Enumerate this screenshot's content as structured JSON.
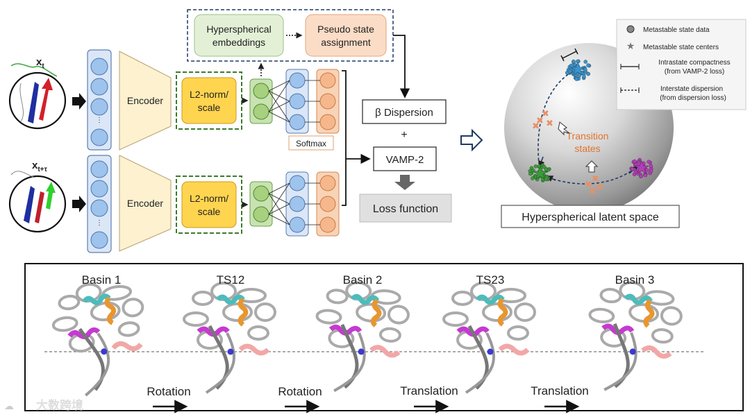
{
  "pipeline": {
    "input_top_label": "x",
    "input_top_sub": "t",
    "input_bottom_label": "x",
    "input_bottom_sub": "t+τ",
    "encoder_label": "Encoder",
    "l2_label_line1": "L2-norm/",
    "l2_label_line2": "scale",
    "hyper_embed_line1": "Hyperspherical",
    "hyper_embed_line2": "embeddings",
    "pseudo_line1": "Pseudo state",
    "pseudo_line2": "assignment",
    "softmax_label": "Softmax",
    "dispersion_label": "β Dispersion",
    "plus_label": "+",
    "vamp_label": "VAMP-2",
    "loss_label": "Loss function",
    "colors": {
      "input_fill": "#dbe6f7",
      "node_blue": "#9ec3ec",
      "encoder_fill": "#fdf1cf",
      "l2_fill": "#ffd44f",
      "green_fill": "#c8e2b2",
      "orange_fill": "#f9d3b6",
      "loss_fill": "#e0e0e0"
    }
  },
  "latent": {
    "legend": {
      "data_label": "Metastable state data",
      "centers_label": "Metastable state centers",
      "compact_line1": "Intrastate compactness",
      "compact_line2": "(from VAMP-2 loss)",
      "disp_line1": "Interstate dispersion",
      "disp_line2": "(from dispersion loss)"
    },
    "transition_line1": "Transition",
    "transition_line2": "states",
    "caption": "Hyperspherical latent space",
    "colors": {
      "blue_cluster": "#3b93c9",
      "green_cluster": "#3c9a3c",
      "purple_cluster": "#b03fb5",
      "ts_marker": "#e89066",
      "ts_text": "#e0742f"
    }
  },
  "bottom": {
    "states": [
      "Basin 1",
      "TS12",
      "Basin 2",
      "TS23",
      "Basin 3"
    ],
    "transitions": [
      "Rotation",
      "Rotation",
      "Translation",
      "Translation"
    ]
  },
  "watermark": "大数跨境"
}
